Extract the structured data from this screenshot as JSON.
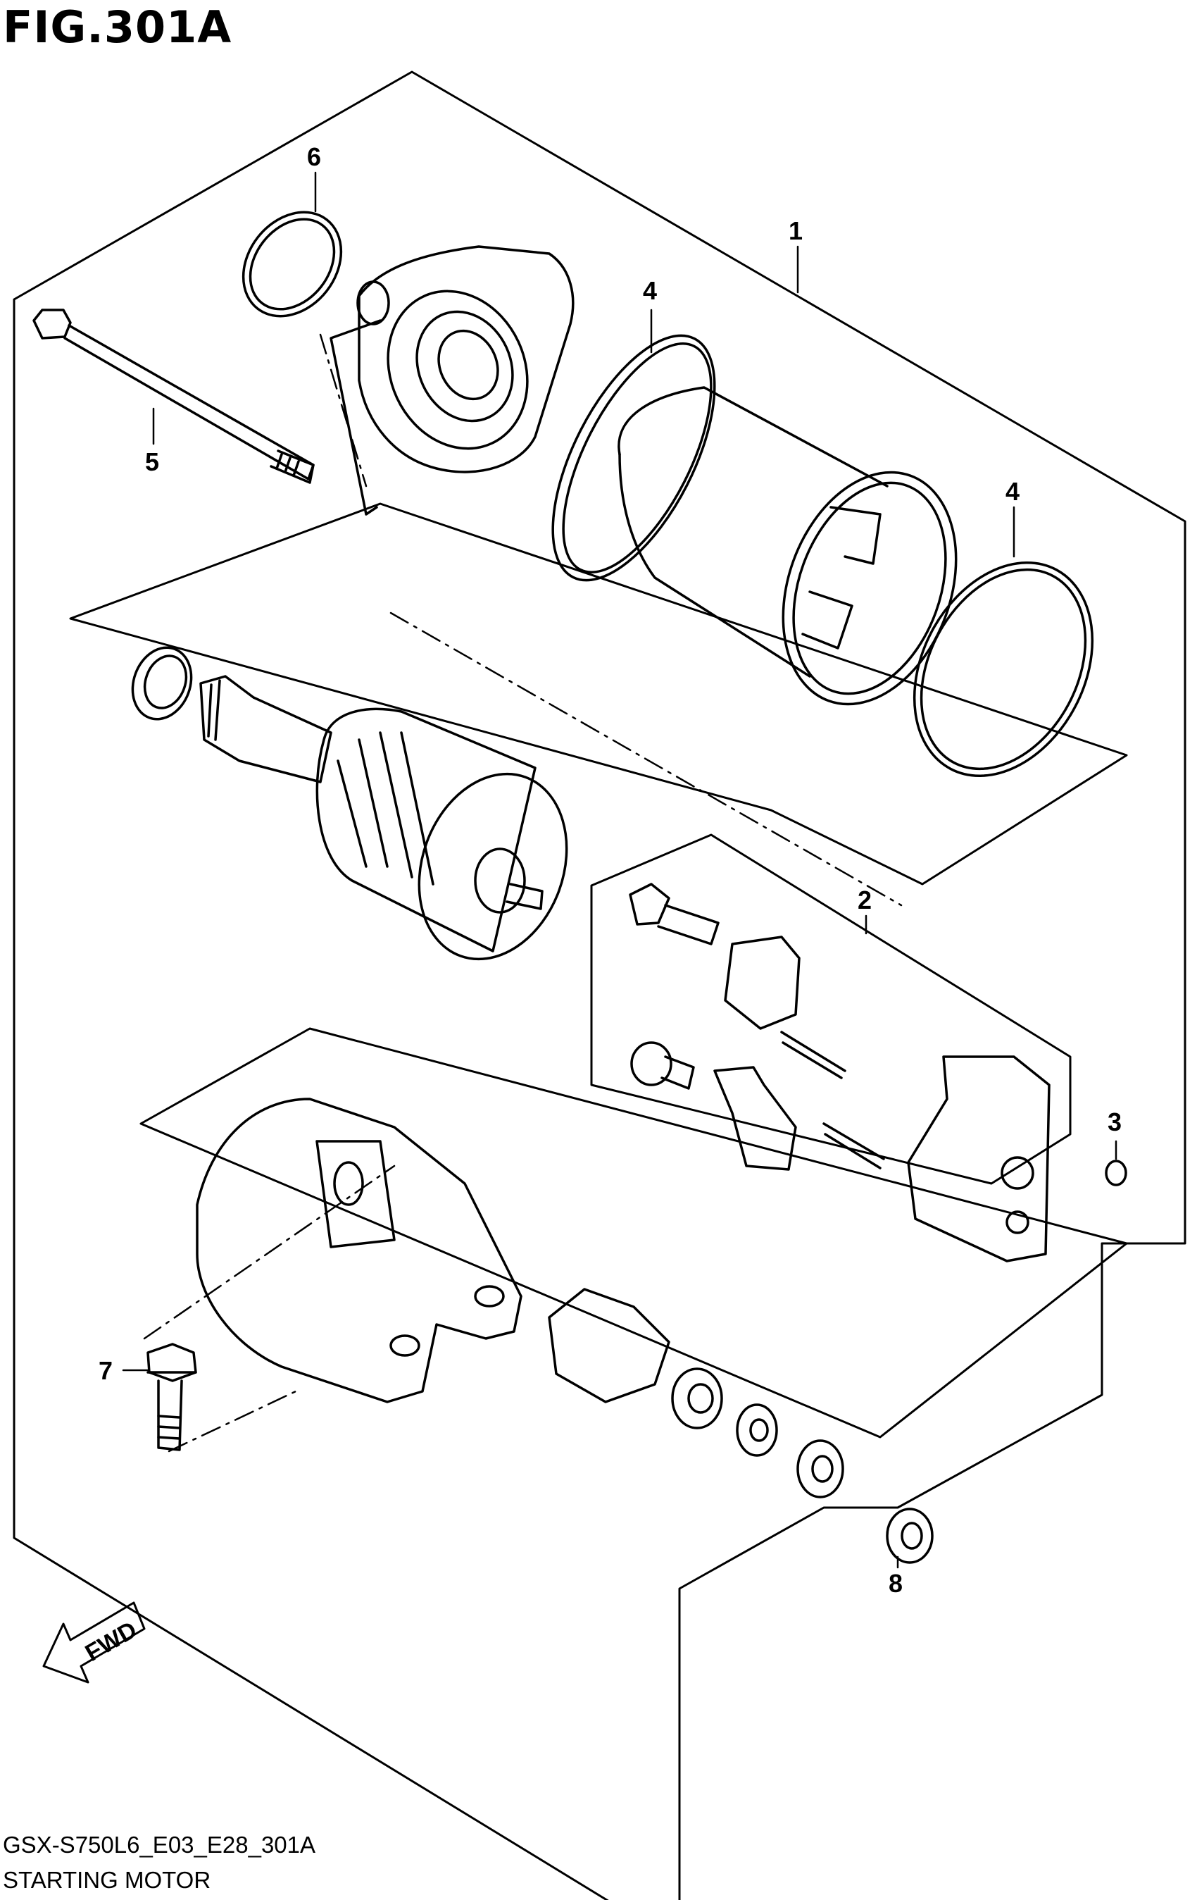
{
  "title": "FIG.301A",
  "caption_code": "GSX-S750L6_E03_E28_301A",
  "caption_name": "STARTING MOTOR",
  "fwd_label": "FWD",
  "callouts": [
    "1",
    "2",
    "3",
    "4",
    "4",
    "5",
    "6",
    "7",
    "8"
  ]
}
